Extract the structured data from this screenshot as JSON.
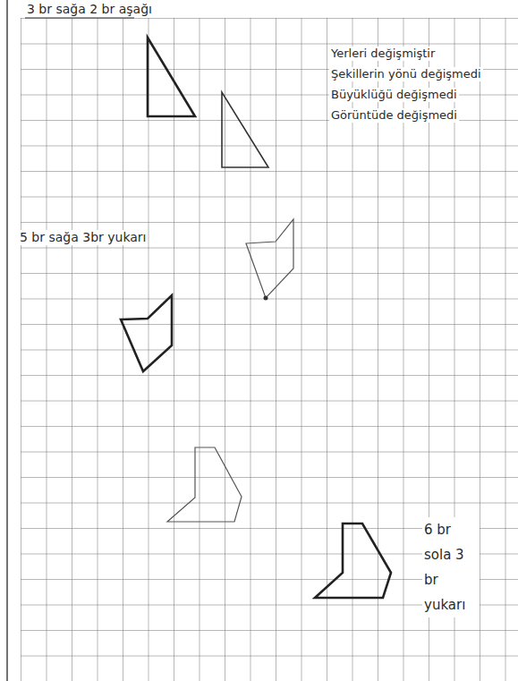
{
  "diagram": {
    "labels": [
      "3 br sağa 2 br aşağı",
      "Yerleri değişmiştir",
      "Şekillerin yönü değişmedi",
      "Büyüklüğü değişmedi",
      "Görüntüde değişmedi",
      "5 br sağa 3br yukarı",
      "6 br sola 3 br yukarı"
    ]
  }
}
